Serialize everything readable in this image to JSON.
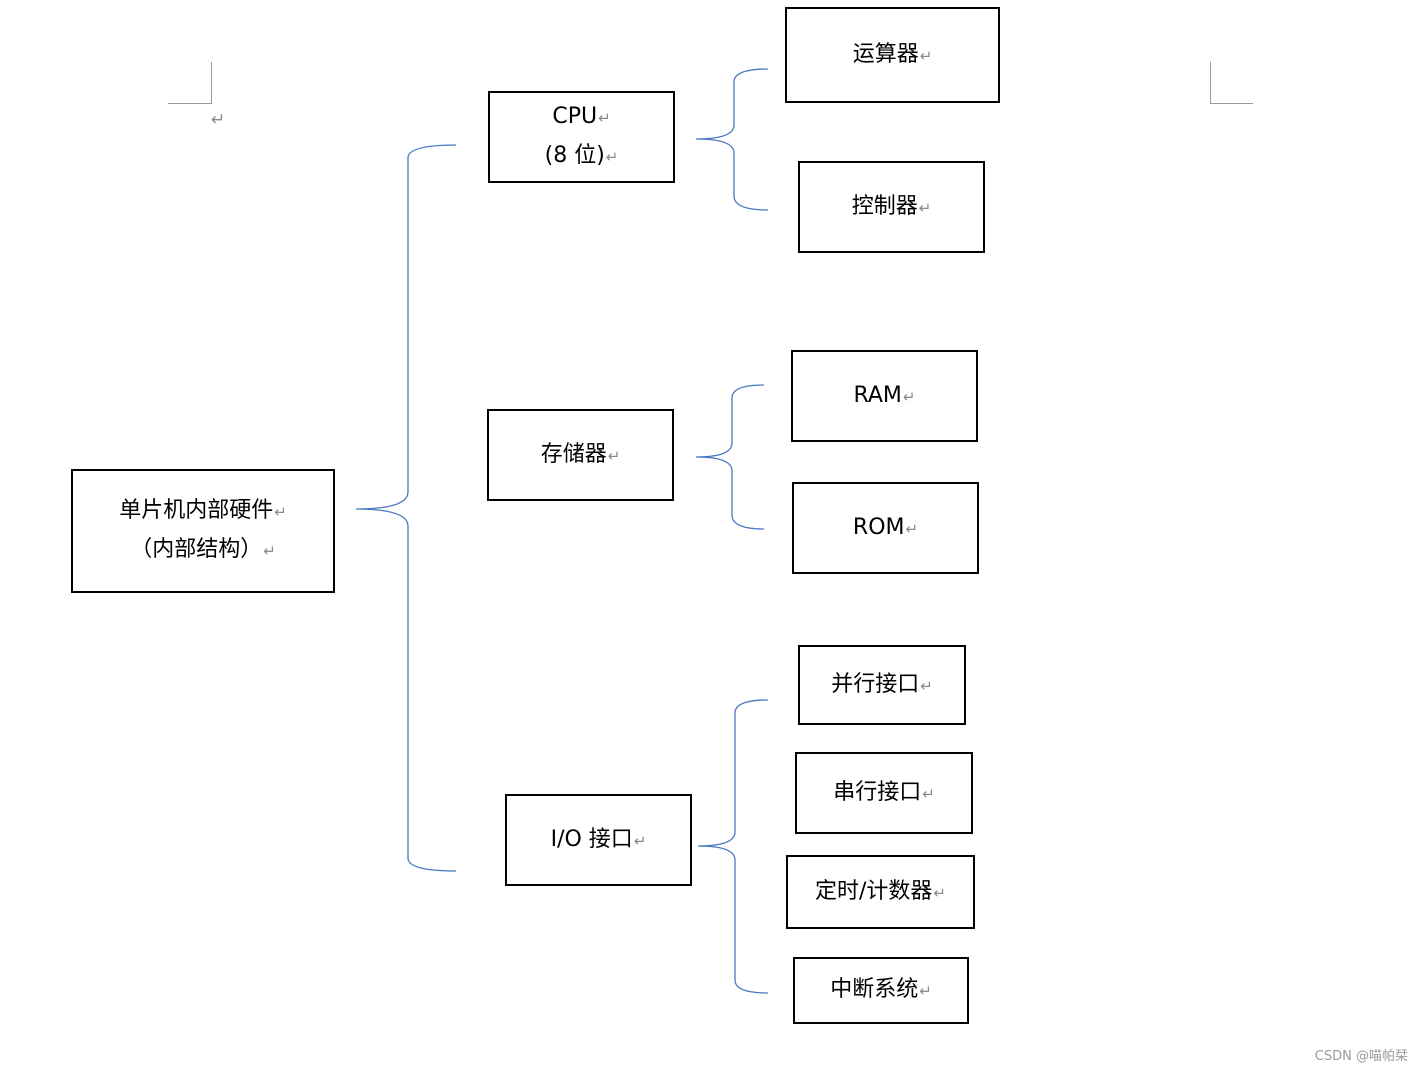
{
  "paragraph_mark": "↵",
  "root": {
    "line1": "单片机内部硬件",
    "line2": "（内部结构）"
  },
  "branches": {
    "cpu": {
      "line1": "CPU",
      "line2": "(8 位)"
    },
    "memory": {
      "label": "存储器"
    },
    "io": {
      "label": "I/O 接口"
    }
  },
  "leaves": {
    "alu": "运算器",
    "controller": "控制器",
    "ram": "RAM",
    "rom": "ROM",
    "parallel_port": "并行接口",
    "serial_port": "串行接口",
    "timer_counter": "定时/计数器",
    "interrupt_system": "中断系统"
  },
  "watermark": "CSDN @喵帕栞",
  "colors": {
    "connector": "#4a78c0",
    "box_border": "#000000",
    "mark": "#8a8a8a"
  }
}
